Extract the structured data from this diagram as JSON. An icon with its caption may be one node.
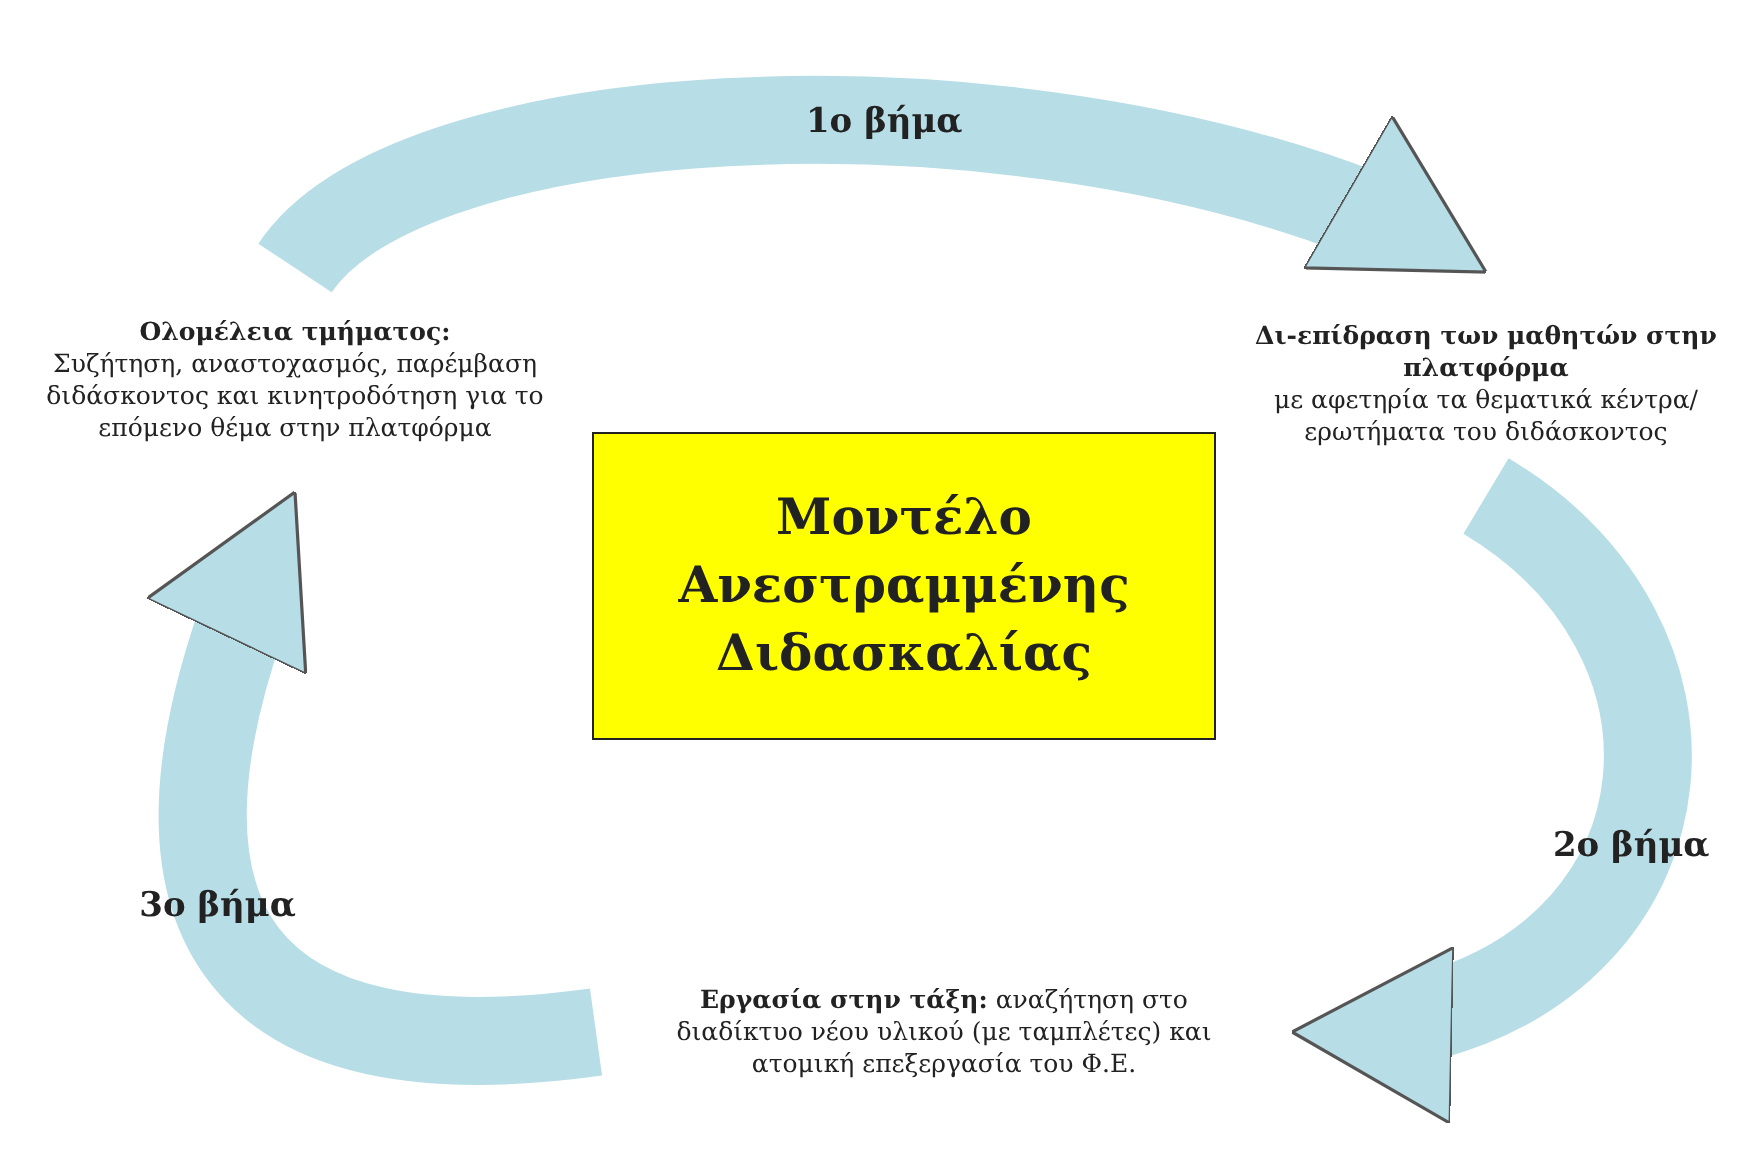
{
  "diagram": {
    "nodes": [
      {
        "text": [
          "Μοντέλο Ανεστραμμένης Διδασκαλίας"
        ]
      },
      {
        "text": [
          "Ολομέλεια τμήματος:",
          "Συζήτηση, αναστοχασμός, παρέμβαση διδάσκοντος και κινητροδότηση για το επόμενο θέμα στην πλατφόρμα"
        ]
      },
      {
        "text": [
          "Δι-επίδραση των μαθητών στην πλατφόρμα",
          "με αφετηρία τα θεματικά κέντρα/ερωτήματα του διδάσκοντος"
        ]
      },
      {
        "text": [
          "**Εργασία στην τάξη:** αναζήτηση στο διαδίκτυο νέου υλικού (με ταμπλέτες) και ατομική επεξεργασία του Φ.Ε."
        ]
      }
    ],
    "edges": [
      {
        "from": 1,
        "to": 2,
        "arrow": "to",
        "label": "1ο βήμα"
      },
      {
        "from": 2,
        "to": 3,
        "arrow": "to",
        "label": "2ο βήμα"
      },
      {
        "from": 3,
        "to": 1,
        "arrow": "to",
        "label": "3ο βήμα"
      }
    ]
  }
}
